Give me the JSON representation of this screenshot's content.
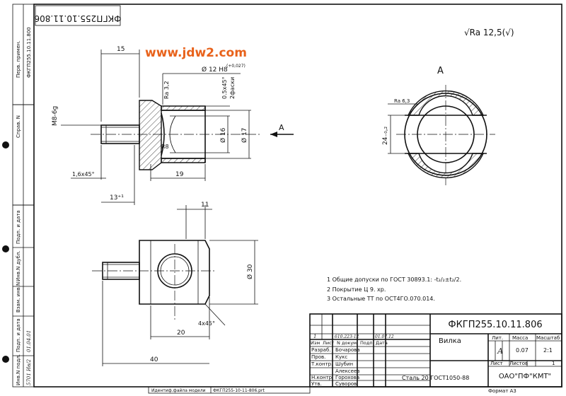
{
  "stamp": {
    "code": "ФКГП255.10.11.806",
    "name": "Вилка",
    "material": "Сталь 20 ГОСТ1050-88",
    "lit_label": "Лит.",
    "mass_label": "Масса",
    "scale_label": "Масштаб",
    "mass": "0.07",
    "scale": "2:1",
    "lit_value": "А",
    "sheet_label": "Лист",
    "sheets_label": "Листов",
    "sheets_value": "1",
    "org": "ОАО\"ПФ\"КМТ\"",
    "format": "Формат А3",
    "change_cols": [
      "Изм",
      "Лист",
      "N докум.",
      "Подп.",
      "Дата"
    ],
    "change_row": {
      "izm": "1",
      "doc": "610.223-12",
      "date": "01.07.12"
    },
    "roles": [
      "Разраб.",
      "Пров.",
      "Т.контр.",
      "",
      "Н.контр.",
      "Утв."
    ],
    "names": [
      "Бочарова",
      "Кукс",
      "Шубин",
      "Алексеев",
      "Горохова",
      "Суворов"
    ],
    "file_label": "Идентиф.файла модели",
    "file_name": "ФКГП255-10-11-806.prt"
  },
  "side_columns": {
    "perv_primen": "Перв. примен.",
    "perv_value": "ФКГП255.10.11.800",
    "sprav": "Справ. N",
    "podp_data": "Подп. и дата",
    "inv_dubl": "Инв.N дубл.",
    "vzam_inv": "Взам. инв.N",
    "podp_data2": "Подп. и дата",
    "inv_podl": "Инв.N подл.",
    "inv_podl_value": "5701 Ив/2",
    "date_value": "01.04.01"
  },
  "mirror_code": "ФКГП255.10.11.806",
  "roughness": {
    "general": "√Ra 12,5(√)",
    "bore": "Ra 3,2",
    "view": "Ra 6,3"
  },
  "watermark": "www.jdw2.com",
  "dims": {
    "d15": "15",
    "bore": "Ø 12 H8",
    "bore_tol": "(+0,027)",
    "chamfer": "0.5x45°",
    "chamfer_note": "2фаски",
    "thread": "M8-6g",
    "d16": "Ø 16",
    "d17": "Ø 17",
    "r8": "R8",
    "d19": "19",
    "c16": "1,6x45°",
    "d13": "13⁺¹",
    "d11": "11",
    "d30": "Ø 30",
    "d20": "20",
    "c4": "4x45°",
    "d40": "40",
    "view_a": "А",
    "view_label": "А",
    "width24": "24₋₀,₂"
  },
  "notes": [
    "1 Общие допуски по ГОСТ 30893.1: -t₂/₂±t₂/2.",
    "2 Покрытие Ц 9. хр.",
    "3 Остальные ТТ по ОСТ4ГО.070.014."
  ]
}
